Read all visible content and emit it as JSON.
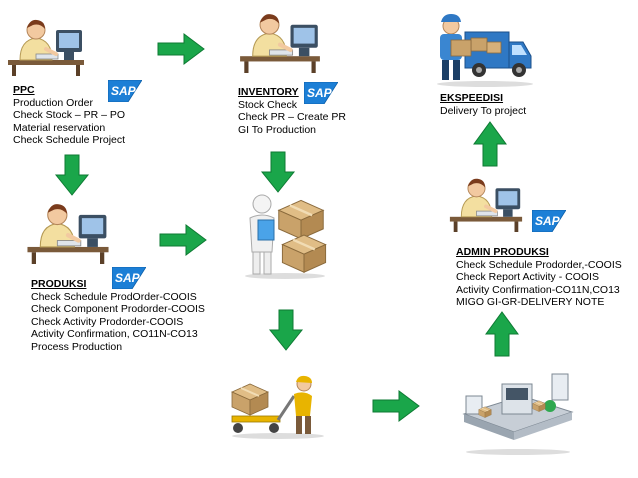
{
  "logo_text": "SAP",
  "colors": {
    "arrow": "#1aa64a",
    "arrow_dark": "#0e7a33",
    "sap_blue": "#1c7fd6",
    "shirt": "#f3dfa0",
    "box": "#c9a26a"
  },
  "ppc": {
    "title": "PPC",
    "lines": [
      "Production Order",
      "Check Stock – PR – PO",
      "Material reservation",
      "Check Schedule Project"
    ]
  },
  "inventory": {
    "title": "INVENTORY",
    "lines": [
      "Stock Check",
      "Check PR – Create PR",
      "GI To Production"
    ]
  },
  "ekspedisi": {
    "title": "EKSPEEDISI",
    "lines": [
      "Delivery To project"
    ]
  },
  "produksi": {
    "title": "PRODUKSI",
    "lines": [
      "Check Schedule ProdOrder-COOIS",
      "Check Component Prodorder-COOIS",
      "Check Activity Prodorder-COOIS",
      "Activity Confirmation, CO11N-CO13",
      "Process Production"
    ]
  },
  "admin_produksi": {
    "title": "ADMIN PRODUKSI",
    "lines": [
      "Check Schedule Prodorder,-COOIS",
      "Check Report Activity - COOIS",
      "Activity Confirmation-CO11N,CO13",
      "MIGO GI-GR-DELIVERY NOTE"
    ]
  },
  "icons": [
    "office-worker-icon",
    "delivery-truck-icon",
    "box-carrier-icon",
    "pallet-jack-icon",
    "conveyor-machine-icon",
    "sap-logo-icon"
  ]
}
